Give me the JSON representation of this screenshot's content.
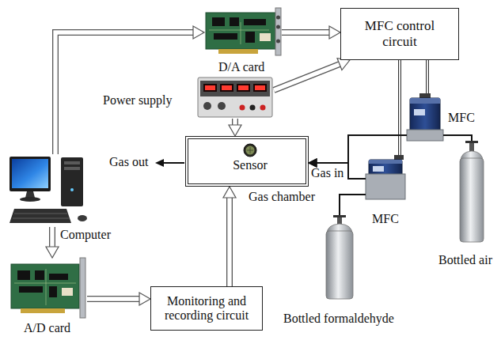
{
  "diagram": {
    "nodes": [
      {
        "text": [
          "Computer"
        ]
      },
      {
        "text": [
          "D/A card"
        ]
      },
      {
        "text": [
          "MFC control circuit"
        ]
      },
      {
        "text": [
          "Power supply"
        ]
      },
      {
        "text": [
          "Gas chamber"
        ]
      },
      {
        "text": [
          "Sensor"
        ],
        "in": 4
      },
      {
        "text": [
          "MFC"
        ]
      },
      {
        "text": [
          "MFC"
        ]
      },
      {
        "text": [
          "Bottled air"
        ]
      },
      {
        "text": [
          "Bottled formaldehyde"
        ]
      },
      {
        "text": [
          "A/D card"
        ]
      },
      {
        "text": [
          "Monitoring and recording circuit"
        ]
      }
    ],
    "edges": [
      {
        "from": 0,
        "to": 1,
        "arrow": "to"
      },
      {
        "from": 1,
        "to": 2,
        "arrow": "to"
      },
      {
        "from": 3,
        "to": 2,
        "arrow": "to"
      },
      {
        "from": 3,
        "to": 4,
        "arrow": "to"
      },
      {
        "from": 0,
        "to": 10,
        "arrow": "to"
      },
      {
        "from": 10,
        "to": 11,
        "arrow": "to"
      },
      {
        "from": 11,
        "to": 4,
        "arrow": "to"
      },
      {
        "from": 2,
        "to": 6,
        "arrow": "none"
      },
      {
        "from": 2,
        "to": 7,
        "arrow": "none"
      },
      {
        "from": 8,
        "to": 6,
        "arrow": "none"
      },
      {
        "from": 9,
        "to": 7,
        "arrow": "none"
      },
      {
        "from": 6,
        "to": 4,
        "arrow": "to"
      },
      {
        "from": 7,
        "to": 4,
        "arrow": "to"
      }
    ],
    "labels": [
      "Gas out",
      "Gas in"
    ]
  }
}
